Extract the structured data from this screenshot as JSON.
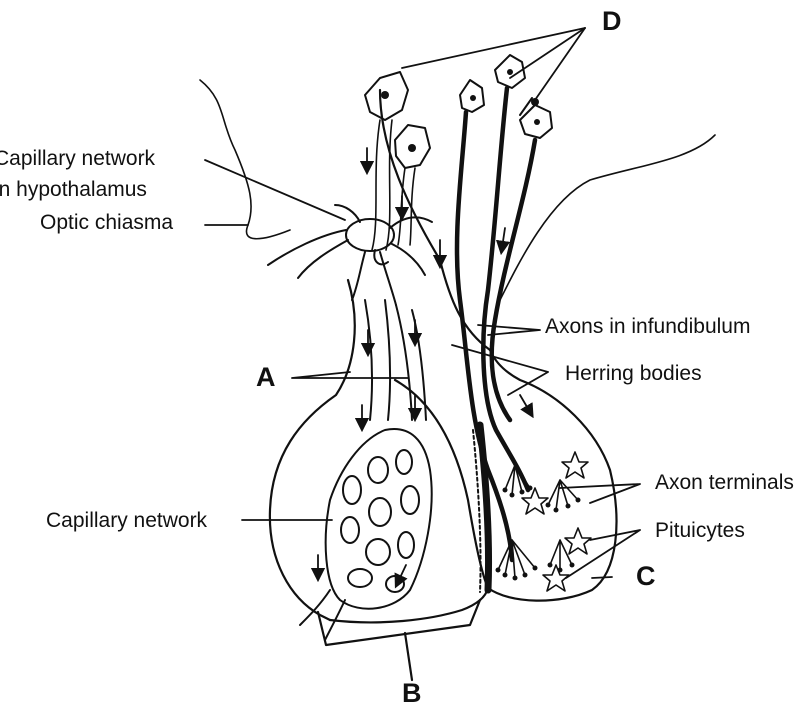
{
  "labels": {
    "capillary_hypothalamus_line1": "Capillary network",
    "capillary_hypothalamus_line2": "in hypothalamus",
    "optic_chiasma": "Optic chiasma",
    "axons_infundibulum": "Axons in infundibulum",
    "herring_bodies": "Herring bodies",
    "axon_terminals": "Axon terminals",
    "pituicytes": "Pituicytes",
    "capillary_network": "Capillary network"
  },
  "letters": {
    "a": "A",
    "b": "B",
    "c": "C",
    "d": "D"
  }
}
